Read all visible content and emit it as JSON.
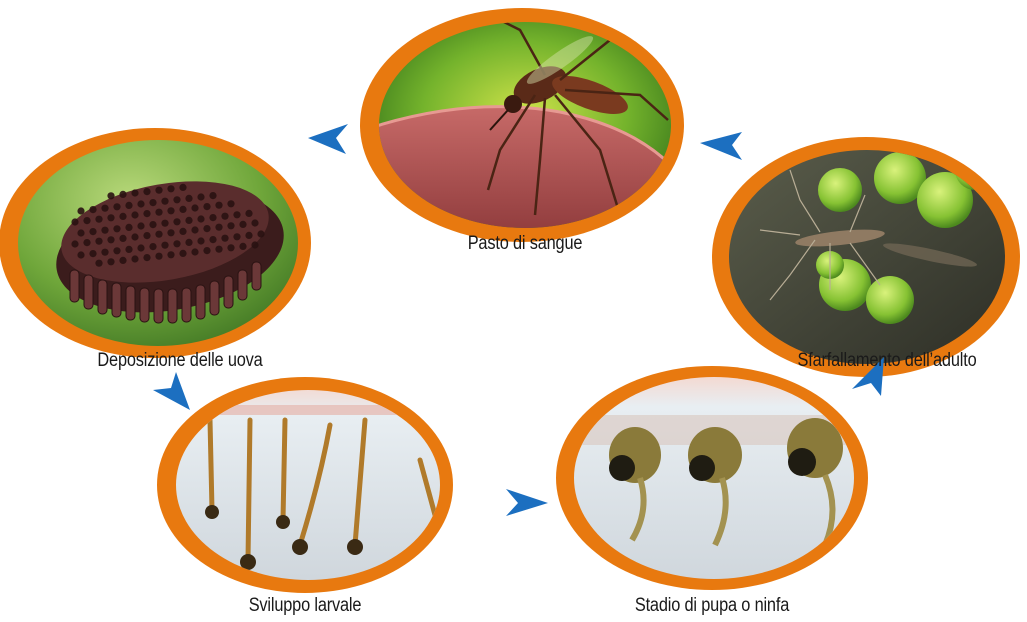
{
  "diagram": {
    "stages": [
      {
        "id": "blood-meal",
        "label": "Pasto di sangue"
      },
      {
        "id": "egg-laying",
        "label": "Deposizione delle uova"
      },
      {
        "id": "larval-development",
        "label": "Sviluppo larvale"
      },
      {
        "id": "pupa-stage",
        "label": "Stadio di pupa o ninfa"
      },
      {
        "id": "adult-emergence",
        "label": "Sfarfallamento dell’adulto"
      }
    ],
    "colors": {
      "frame": "#e8790f",
      "arrow": "#1c6fc0",
      "text": "#1a1a1a"
    },
    "arrow_icon": "arrowhead-icon"
  }
}
